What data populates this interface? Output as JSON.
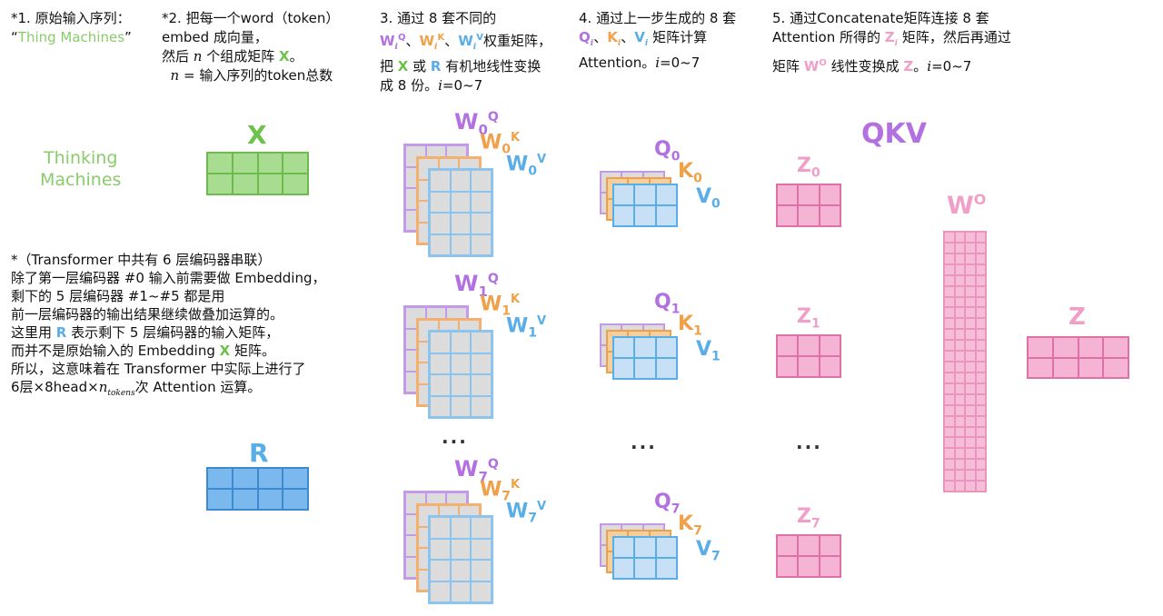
{
  "step1": {
    "title": "*1. 原始输入序列：",
    "quote_l": "“",
    "input": "Thing Machines",
    "quote_r": "”"
  },
  "step2": {
    "line1": "*2. 把每一个word（token）",
    "line2": "embed 成向量，",
    "line3_pre": "然后 ",
    "n": "n",
    "line3_post": " 个组成矩阵 ",
    "X": "X",
    "dot": "。",
    "line4_post": " = 输入序列的token总数"
  },
  "step3": {
    "line1": "3. 通过 8 套不同的",
    "wi": "W",
    "i": "i",
    "q": "Q",
    "k": "K",
    "v": "V",
    "sep": "、",
    "line2_post": "权重矩阵，",
    "line3_a": "把 ",
    "X": "X",
    "or": " 或 ",
    "R": "R",
    "line3_b": " 有机地线性变换",
    "line4_a": "成 8 份。",
    "range": "=0~7"
  },
  "step4": {
    "line1": "4. 通过上一步生成的 8 套",
    "Q": "Q",
    "K": "K",
    "V": "V",
    "line2_post": " 矩阵计算",
    "line3": "Attention。",
    "range": "=0~7"
  },
  "step5": {
    "line1": "5. 通过Concatenate矩阵连接 8 套",
    "line2_a": "Attention 所得的 ",
    "Z": "Z",
    "line2_b": " 矩阵，然后再通过",
    "line3_a": "矩阵 ",
    "W": "W",
    "O": "O",
    "line3_b": " 线性变换成 ",
    "Zb": "Z",
    "line3_c": "。",
    "range": "=0~7"
  },
  "note": {
    "l1": "*（Transformer 中共有 6 层编码器串联）",
    "l2": "除了第一层编码器 #0 输入前需要做 Embedding，",
    "l3": "剩下的 5 层编码器 #1~#5 都是用",
    "l4": "前一层编码器的输出结果继续做叠加运算的。",
    "l5_a": "这里用 ",
    "R": "R",
    "l5_b": " 表示剩下 5 层编码器的输入矩阵，",
    "l6_a": "而并不是原始输入的 Embedding ",
    "X": "X",
    "l6_b": " 矩阵。",
    "l7": "所以，这意味着在 Transformer 中实际上进行了",
    "l8_a": "6层×8head×",
    "n": "n",
    "tokens": "tokens",
    "l8_b": "次 Attention 运算。"
  },
  "diagram": {
    "thinking": "Thinking",
    "machines": "Machines",
    "X": "X",
    "R": "R",
    "QKV": "QKV",
    "Wo_W": "W",
    "Wo_O": "O",
    "Z": "Z",
    "heads": [
      {
        "idx": "0",
        "W": "W",
        "Q": "Q",
        "K": "K",
        "V": "V",
        "Zl": "Z"
      },
      {
        "idx": "1",
        "W": "W",
        "Q": "Q",
        "K": "K",
        "V": "V",
        "Zl": "Z"
      },
      {
        "idx": "7",
        "W": "W",
        "Q": "Q",
        "K": "K",
        "V": "V",
        "Zl": "Z"
      }
    ],
    "dots": "···"
  }
}
